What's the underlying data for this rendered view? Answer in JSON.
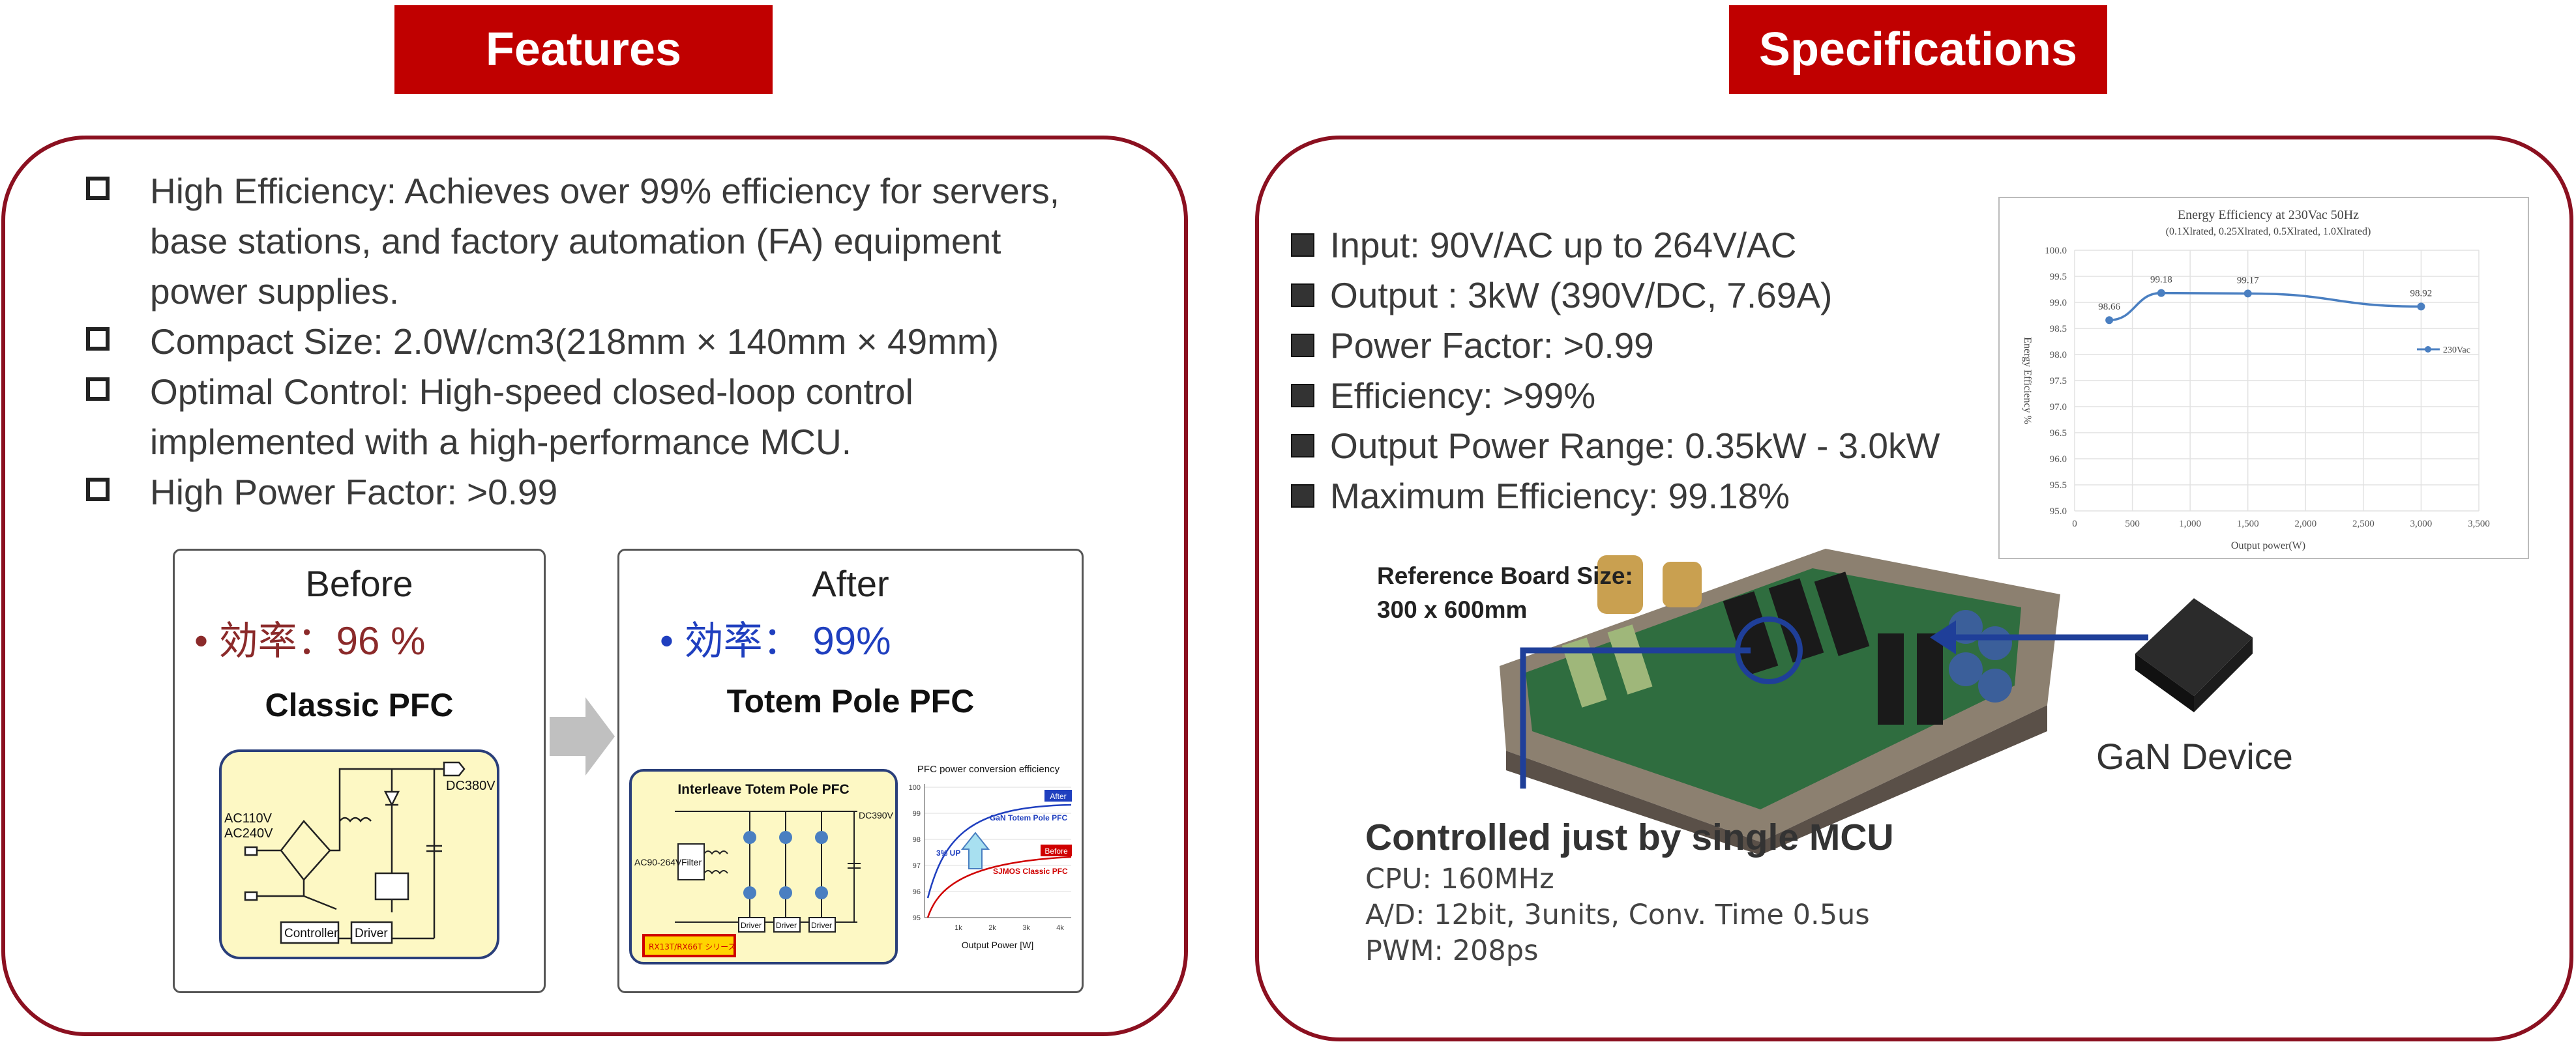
{
  "headers": {
    "features": "Features",
    "specifications": "Specifications"
  },
  "features": [
    {
      "icon": "checkbox-icon",
      "text": "High Efficiency: Achieves over 99% efficiency for servers, base stations, and factory automation (FA) equipment power supplies."
    },
    {
      "icon": "checkbox-icon",
      "text": "Compact Size: 2.0W/cm3(218mm × 140mm × 49mm)"
    },
    {
      "icon": "checkbox-icon",
      "text": "Optimal Control: High-speed closed-loop control implemented with a high-performance MCU."
    },
    {
      "icon": "checkbox-icon",
      "text": "High Power Factor: >0.99"
    }
  ],
  "before": {
    "title": "Before",
    "efficiency": "• 効率：96 %",
    "name": "Classic PFC",
    "labels": {
      "dc": "DC380V",
      "ac1": "AC110V",
      "ac2": "AC240V",
      "controller": "Controller",
      "driver": "Driver"
    },
    "color": "#8b2a2a"
  },
  "after": {
    "title": "After",
    "efficiency": "• 効率： 99%",
    "name": "Totem Pole PFC",
    "color": "#1f3fbf",
    "inner": {
      "title": "Interleave Totem Pole PFC",
      "ac": "AC90-264V",
      "filter": "Filter",
      "dc": "DC390V",
      "driver": "Driver",
      "tag": "RX13T/RX66T シリーズ"
    },
    "mini_chart": {
      "title": "PFC power conversion efficiency",
      "after": "After",
      "gan": "GaN Totem Pole PFC",
      "up": "3% UP",
      "before": "Before",
      "sjmos": "SJMOS Classic PFC",
      "xlabel": "Output Power [W]",
      "yticks": [
        "100",
        "99",
        "98",
        "97",
        "96",
        "95"
      ],
      "xticks": [
        "1k",
        "2k",
        "3k",
        "4k"
      ]
    }
  },
  "specs": [
    "Input: 90V/AC up to 264V/AC",
    "Output : 3kW (390V/DC, 7.69A)",
    "Power Factor: >0.99",
    "Efficiency: >99%",
    "Output Power Range: 0.35kW - 3.0kW",
    "Maximum Efficiency: 99.18%"
  ],
  "chart_data": {
    "type": "line",
    "title": "Energy Efficiency at 230Vac 50Hz",
    "subtitle": "(0.1Xlrated, 0.25Xlrated, 0.5Xlrated, 1.0Xlrated)",
    "xlabel": "Output power(W)",
    "ylabel": "Energy Efficiency %",
    "xlim": [
      0,
      3500
    ],
    "ylim": [
      95.0,
      100.0
    ],
    "xticks": [
      0,
      500,
      1000,
      1500,
      2000,
      2500,
      3000,
      3500
    ],
    "xtick_labels": [
      "0",
      "500",
      "1,000",
      "1,500",
      "2,000",
      "2,500",
      "3,000",
      "3,500"
    ],
    "yticks": [
      95.0,
      95.5,
      96.0,
      96.5,
      97.0,
      97.5,
      98.0,
      98.5,
      99.0,
      99.5,
      100.0
    ],
    "ytick_labels": [
      "95.0",
      "95.5",
      "96.0",
      "96.5",
      "97.0",
      "97.5",
      "98.0",
      "98.5",
      "99.0",
      "99.5",
      "100.0"
    ],
    "grid": true,
    "legend": "right",
    "series": [
      {
        "name": "230Vac",
        "x": [
          300,
          750,
          1500,
          3000
        ],
        "y": [
          98.66,
          99.18,
          99.17,
          98.92
        ],
        "labels": [
          "98.66",
          "99.18",
          "99.17",
          "98.92"
        ],
        "color": "#4a7fc1"
      }
    ]
  },
  "board": {
    "size_label_1": "Reference Board Size:",
    "size_label_2": "300 x 600mm",
    "gan_label": "GaN Device",
    "mcu_title": "Controlled just by single MCU",
    "mcu_lines": [
      "CPU: 160MHz",
      "A/D: 12bit, 3units, Conv. Time 0.5us",
      "PWM: 208ps"
    ],
    "arrow_color": "#1f3f99"
  }
}
